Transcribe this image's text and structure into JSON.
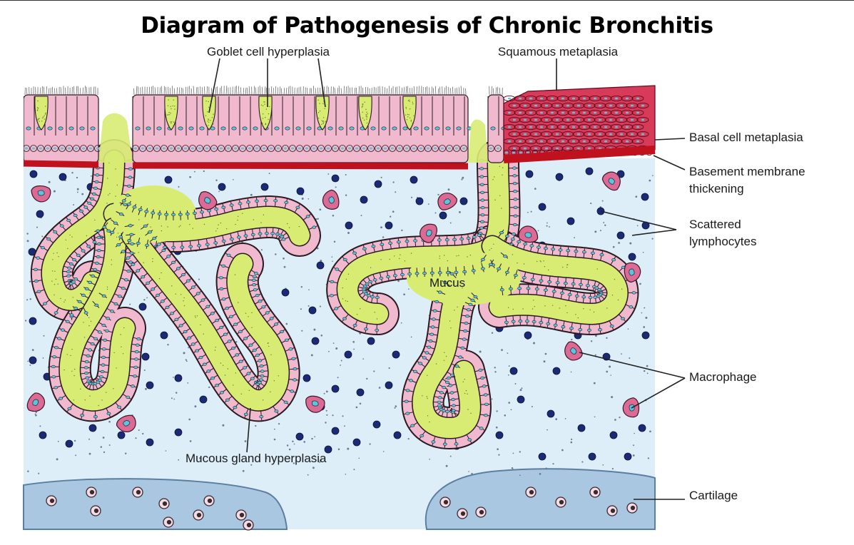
{
  "title": "Diagram of Pathogenesis of Chronic Bronchitis",
  "labels": {
    "goblet": "Goblet cell hyperplasia",
    "squamous": "Squamous metaplasia",
    "basal": "Basal cell metaplasia",
    "basement_1": "Basement membrane",
    "basement_2": "thickening",
    "lymph_1": "Scattered",
    "lymph_2": "lymphocytes",
    "mucus": "Mucus",
    "macrophage": "Macrophage",
    "gland": "Mucous gland hyperplasia",
    "cartilage": "Cartilage"
  },
  "colors": {
    "submucosa": "#ddeef8",
    "epithelium": "#f1b9cd",
    "cell_outline": "#2a1a22",
    "nucleus": "#5fc3d9",
    "mucus": "#d8ec74",
    "basement_membrane": "#c0121e",
    "squamous": "#d83a5a",
    "lymphocyte": "#1b2a74",
    "macrophage": "#dd6a95",
    "cartilage": "#a9c7e0"
  }
}
